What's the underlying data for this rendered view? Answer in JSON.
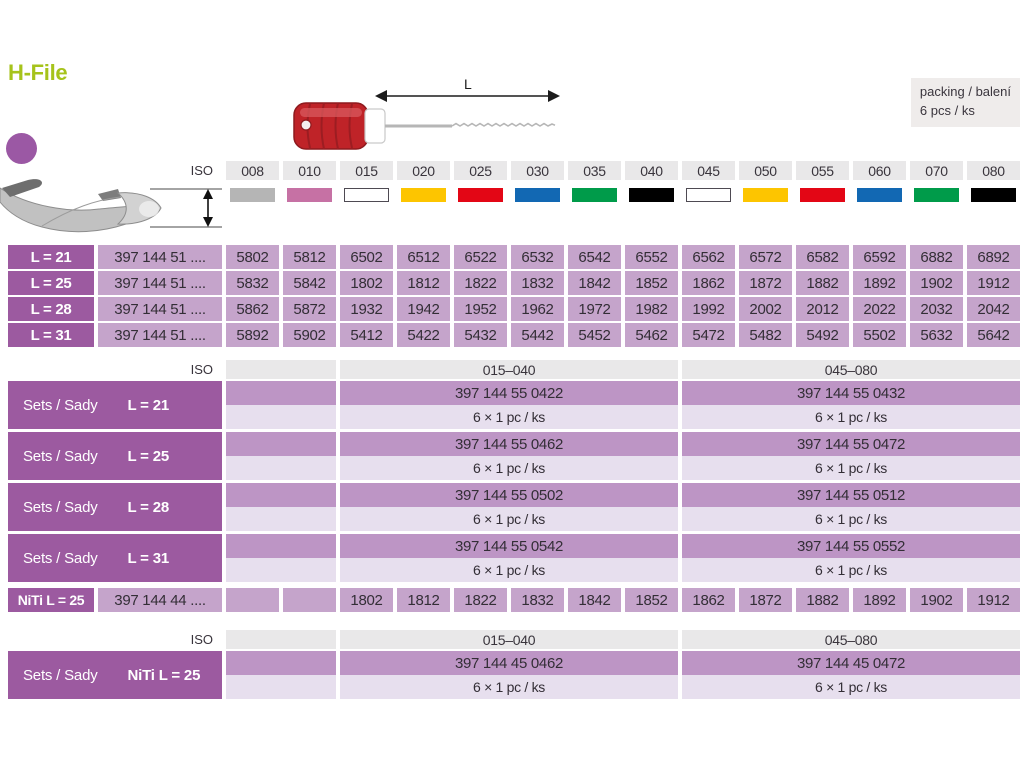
{
  "page": {
    "title": "H-File",
    "packing_line1": "packing / balení",
    "packing_line2": "6 pcs / ks",
    "length_label": "L"
  },
  "colors": {
    "accent_purple": "#9c5aa0",
    "cell_purple": "#c5a4cb",
    "set_code_purple": "#bd95c5",
    "set_pack_purple": "#e7dfee",
    "header_gray": "#e9e8e9",
    "title_green": "#a6c31b"
  },
  "iso": {
    "label": "ISO",
    "sizes": [
      "008",
      "010",
      "015",
      "020",
      "025",
      "030",
      "035",
      "040",
      "045",
      "050",
      "055",
      "060",
      "070",
      "080"
    ],
    "swatches": [
      "#b5b5b5",
      "#c671a4",
      "#ffffff",
      "#fdc500",
      "#e30615",
      "#1268b3",
      "#009b4a",
      "#000000",
      "#ffffff",
      "#fdc500",
      "#e30615",
      "#1268b3",
      "#009b4a",
      "#000000"
    ]
  },
  "main_table": {
    "rows": [
      {
        "label": "L = 21",
        "code": "397 144 51 ....",
        "values": [
          "5802",
          "5812",
          "6502",
          "6512",
          "6522",
          "6532",
          "6542",
          "6552",
          "6562",
          "6572",
          "6582",
          "6592",
          "6882",
          "6892"
        ]
      },
      {
        "label": "L = 25",
        "code": "397 144 51 ....",
        "values": [
          "5832",
          "5842",
          "1802",
          "1812",
          "1822",
          "1832",
          "1842",
          "1852",
          "1862",
          "1872",
          "1882",
          "1892",
          "1902",
          "1912"
        ]
      },
      {
        "label": "L = 28",
        "code": "397 144 51 ....",
        "values": [
          "5862",
          "5872",
          "1932",
          "1942",
          "1952",
          "1962",
          "1972",
          "1982",
          "1992",
          "2002",
          "2012",
          "2022",
          "2032",
          "2042"
        ]
      },
      {
        "label": "L = 31",
        "code": "397 144 51 ....",
        "values": [
          "5892",
          "5902",
          "5412",
          "5422",
          "5432",
          "5442",
          "5452",
          "5462",
          "5472",
          "5482",
          "5492",
          "5502",
          "5632",
          "5642"
        ]
      }
    ]
  },
  "sets_table": {
    "iso_label": "ISO",
    "headers": [
      "015–040",
      "045–080"
    ],
    "rows": [
      {
        "label": "Sets / Sady",
        "variant": "L = 21",
        "cols": [
          {
            "code": "397 144 55 0422",
            "pack": "6 × 1 pc / ks"
          },
          {
            "code": "397 144 55 0432",
            "pack": "6 × 1 pc / ks"
          }
        ]
      },
      {
        "label": "Sets / Sady",
        "variant": "L = 25",
        "cols": [
          {
            "code": "397 144 55 0462",
            "pack": "6 × 1 pc / ks"
          },
          {
            "code": "397 144 55 0472",
            "pack": "6 × 1 pc / ks"
          }
        ]
      },
      {
        "label": "Sets / Sady",
        "variant": "L = 28",
        "cols": [
          {
            "code": "397 144 55 0502",
            "pack": "6 × 1 pc / ks"
          },
          {
            "code": "397 144 55 0512",
            "pack": "6 × 1 pc / ks"
          }
        ]
      },
      {
        "label": "Sets / Sady",
        "variant": "L = 31",
        "cols": [
          {
            "code": "397 144 55 0542",
            "pack": "6 × 1 pc / ks"
          },
          {
            "code": "397 144 55 0552",
            "pack": "6 × 1 pc / ks"
          }
        ]
      }
    ]
  },
  "niti_row": {
    "label": "NiTi  L = 25",
    "code": "397 144 44 ....",
    "values": [
      "1802",
      "1812",
      "1822",
      "1832",
      "1842",
      "1852",
      "1862",
      "1872",
      "1882",
      "1892",
      "1902",
      "1912"
    ]
  },
  "niti_sets": {
    "iso_label": "ISO",
    "headers": [
      "015–040",
      "045–080"
    ],
    "rows": [
      {
        "label": "Sets / Sady",
        "variant": "NiTi  L = 25",
        "cols": [
          {
            "code": "397 144 45 0462",
            "pack": "6 × 1 pc / ks"
          },
          {
            "code": "397 144 45 0472",
            "pack": "6 × 1 pc / ks"
          }
        ]
      }
    ]
  }
}
